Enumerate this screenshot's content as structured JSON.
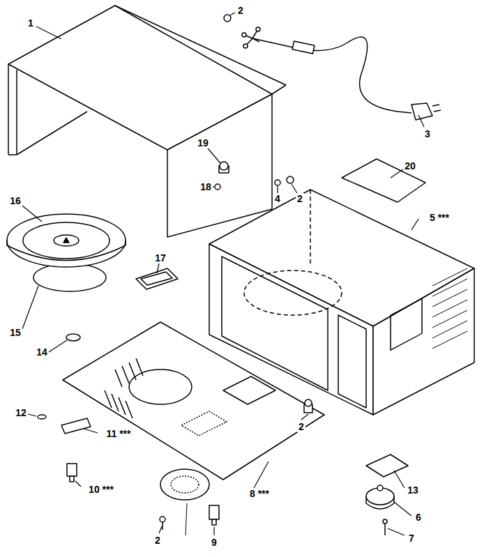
{
  "diagram": {
    "labels": [
      "1",
      "2",
      "3",
      "19",
      "18",
      "4",
      "2",
      "20",
      "5 ***",
      "16",
      "17",
      "15",
      "14",
      "12",
      "11 ***",
      "10 ***",
      "2",
      "8 ***",
      "13",
      "6",
      "7",
      "2",
      "9"
    ]
  }
}
